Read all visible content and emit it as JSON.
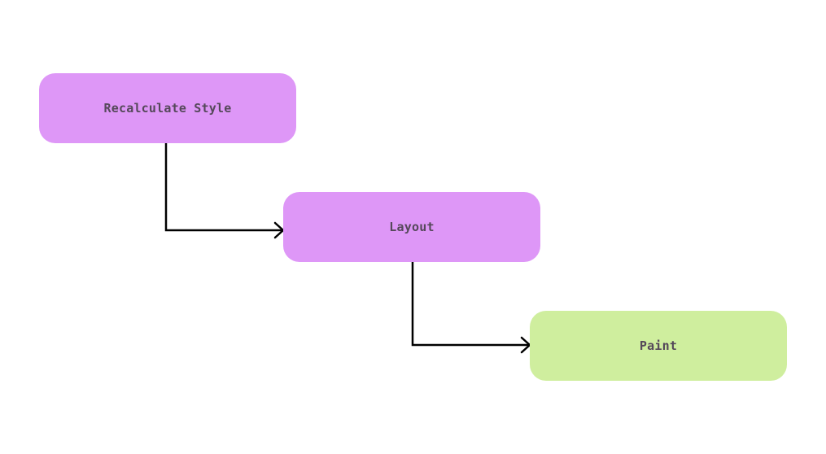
{
  "diagram": {
    "nodes": [
      {
        "id": "recalculate-style",
        "label": "Recalculate Style",
        "color": "#de97f7"
      },
      {
        "id": "layout",
        "label": "Layout",
        "color": "#de97f7"
      },
      {
        "id": "paint",
        "label": "Paint",
        "color": "#cfee9e"
      }
    ],
    "edges": [
      {
        "from": "recalculate-style",
        "to": "layout"
      },
      {
        "from": "layout",
        "to": "paint"
      }
    ],
    "edge_color": "#000000"
  }
}
